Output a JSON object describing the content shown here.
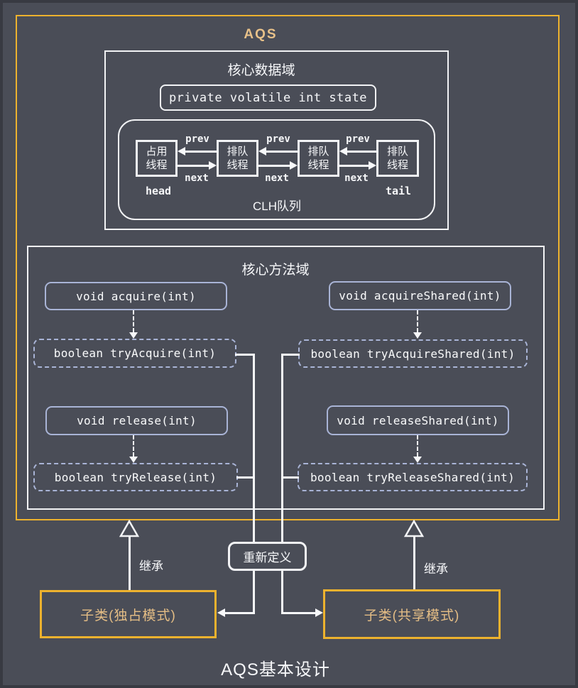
{
  "colors": {
    "background": "#4a4d57",
    "frame_edge": "#383a42",
    "accent_orange": "#edb22e",
    "orange_text": "#e8c189",
    "method_box_border": "#a9b4d6",
    "line_white": "#f7f8fa"
  },
  "aqs": {
    "title": "AQS"
  },
  "data_domain": {
    "title": "核心数据域",
    "state_declaration": "private volatile int state",
    "clh": {
      "caption": "CLH队列",
      "head_label": "head",
      "tail_label": "tail",
      "prev_label": "prev",
      "next_label": "next",
      "nodes": [
        {
          "lines": [
            "占用",
            "线程"
          ]
        },
        {
          "lines": [
            "排队",
            "线程"
          ]
        },
        {
          "lines": [
            "排队",
            "线程"
          ]
        },
        {
          "lines": [
            "排队",
            "线程"
          ]
        }
      ]
    }
  },
  "method_domain": {
    "title": "核心方法域",
    "exclusive": {
      "acquire": "void acquire(int)",
      "try_acquire": "boolean tryAcquire(int)",
      "release": "void release(int)",
      "try_release": "boolean tryRelease(int)"
    },
    "shared": {
      "acquire": "void acquireShared(int)",
      "try_acquire": "boolean tryAcquireShared(int)",
      "release": "void releaseShared(int)",
      "try_release": "boolean tryReleaseShared(int)"
    }
  },
  "relations": {
    "redefine_label": "重新定义",
    "inherit_label": "继承"
  },
  "subclasses": {
    "exclusive": "子类(独占模式)",
    "shared": "子类(共享模式)"
  },
  "caption": "AQS基本设计"
}
